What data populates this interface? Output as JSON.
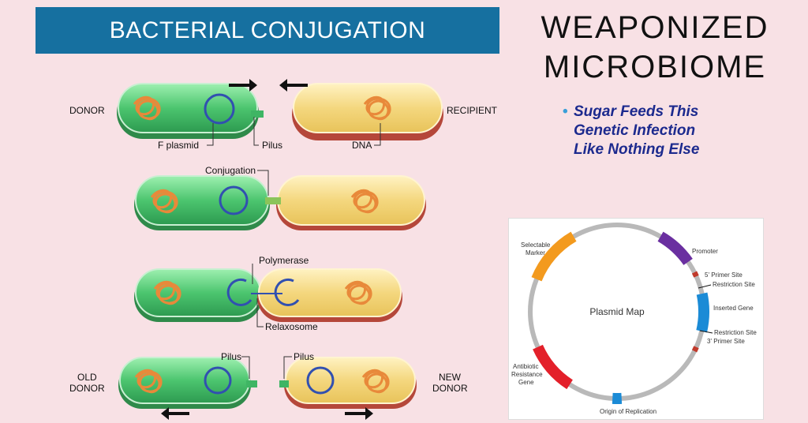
{
  "banner": {
    "title": "BACTERIAL CONJUGATION"
  },
  "headline": {
    "line1": "WEAPONIZED",
    "line2": "MICROBIOME"
  },
  "subtitle": {
    "bullet": "•",
    "lines": [
      "Sugar Feeds This",
      "Genetic Infection",
      "Like Nothing Else"
    ]
  },
  "diagram": {
    "donor": "DONOR",
    "recipient": "RECIPIENT",
    "f_plasmid": "F plasmid",
    "pilus": "Pilus",
    "dna": "DNA",
    "conjugation": "Conjugation",
    "polymerase": "Polymerase",
    "relaxosome": "Relaxosome",
    "pilus_left": "Pilus",
    "pilus_right": "Pilus",
    "old_donor": [
      "OLD",
      "DONOR"
    ],
    "new_donor": [
      "NEW",
      "DONOR"
    ]
  },
  "plasmid_map": {
    "title": "Plasmid Map",
    "selectable_marker": [
      "Selectable",
      "Marker"
    ],
    "promoter": "Promoter",
    "primer5": "5' Primer Site",
    "restriction1": "Restriction Site",
    "inserted_gene": "Inserted Gene",
    "restriction2": "Restriction Site",
    "primer3": "3' Primer Site",
    "antibiotic": [
      "Antibiotic",
      "Resistance",
      "Gene"
    ],
    "origin": "Origin of Replication",
    "colors": {
      "orange": "#f39a1e",
      "purple": "#6a2fa0",
      "blue": "#1b8bd6",
      "red": "#e3202a",
      "ring": "#b9b9b9"
    }
  },
  "colors": {
    "background": "#f8e1e5",
    "banner": "#1670a0",
    "donor_cell": "#5ccf7d",
    "recipient_cell": "#f5dd8a",
    "subtitle": "#1c2a8e"
  }
}
